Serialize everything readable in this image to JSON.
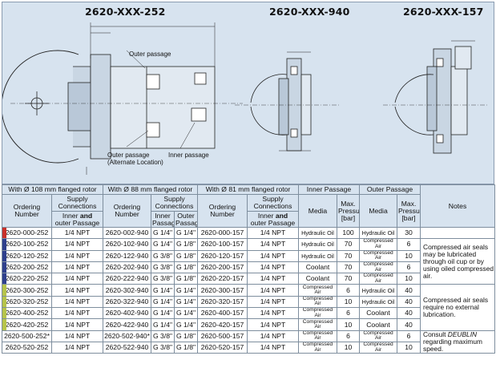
{
  "drawings": {
    "titles": [
      "2620-XXX-252",
      "2620-XXX-940",
      "2620-XXX-157"
    ],
    "labels": {
      "outer_passage_top": "Outer passage",
      "outer_passage_alt_line1": "Outer passage",
      "outer_passage_alt_line2": "(Alternate Location)",
      "inner_passage": "Inner passage"
    }
  },
  "table": {
    "group_headers": {
      "rotor_108": "With Ø 108 mm flanged rotor",
      "rotor_88": "With Ø 88 mm flanged rotor",
      "rotor_81": "With Ø 81 mm flanged rotor",
      "inner_passage": "Inner Passage",
      "outer_passage": "Outer Passage",
      "notes": "Notes"
    },
    "sub_headers": {
      "ordering_number": "Ordering Number",
      "supply_connections": "Supply Connections",
      "inner_and_outer_pre": "Inner",
      "inner_and_outer_and": "and",
      "inner_and_outer_post": "outer Passage",
      "inner": "Inner Passage",
      "outer": "Outer Passage",
      "media": "Media",
      "max_pressure": "Max. Pressure [bar]"
    },
    "rows": [
      {
        "n252": "2620-000-252",
        "c252": "1/4 NPT",
        "n940": "2620-002-940",
        "i940": "G 1/4\"",
        "o940": "G 1/4\"",
        "n157": "2620-000-157",
        "c157": "1/4 NPT",
        "im": "Hydraulic Oil",
        "ip": "100",
        "om": "Hydraulic Oil",
        "op": "30"
      },
      {
        "n252": "2620-100-252",
        "c252": "1/4 NPT",
        "n940": "2620-102-940",
        "i940": "G 1/4\"",
        "o940": "G 1/8\"",
        "n157": "2620-100-157",
        "c157": "1/4 NPT",
        "im": "Hydraulic Oil",
        "ip": "70",
        "om": "Compressed Air",
        "op": "6"
      },
      {
        "n252": "2620-120-252",
        "c252": "1/4 NPT",
        "n940": "2620-122-940",
        "i940": "G 3/8\"",
        "o940": "G 1/8\"",
        "n157": "2620-120-157",
        "c157": "1/4 NPT",
        "im": "Hydraulic Oil",
        "ip": "70",
        "om": "Compressed Air",
        "op": "10"
      },
      {
        "n252": "2620-200-252",
        "c252": "1/4 NPT",
        "n940": "2620-202-940",
        "i940": "G 3/8\"",
        "o940": "G 1/8\"",
        "n157": "2620-200-157",
        "c157": "1/4 NPT",
        "im": "Coolant",
        "ip": "70",
        "om": "Compressed Air",
        "op": "6"
      },
      {
        "n252": "2620-220-252",
        "c252": "1/4 NPT",
        "n940": "2620-222-940",
        "i940": "G 3/8\"",
        "o940": "G 1/8\"",
        "n157": "2620-220-157",
        "c157": "1/4 NPT",
        "im": "Coolant",
        "ip": "70",
        "om": "Compressed Air",
        "op": "10"
      },
      {
        "n252": "2620-300-252",
        "c252": "1/4 NPT",
        "n940": "2620-302-940",
        "i940": "G 1/4\"",
        "o940": "G 1/4\"",
        "n157": "2620-300-157",
        "c157": "1/4 NPT",
        "im": "Compressed Air",
        "ip": "6",
        "om": "Hydraulic Oil",
        "op": "40"
      },
      {
        "n252": "2620-320-252",
        "c252": "1/4 NPT",
        "n940": "2620-322-940",
        "i940": "G 1/4\"",
        "o940": "G 1/4\"",
        "n157": "2620-320-157",
        "c157": "1/4 NPT",
        "im": "Compressed Air",
        "ip": "10",
        "om": "Hydraulic Oil",
        "op": "40"
      },
      {
        "n252": "2620-400-252",
        "c252": "1/4 NPT",
        "n940": "2620-402-940",
        "i940": "G 1/4\"",
        "o940": "G 1/4\"",
        "n157": "2620-400-157",
        "c157": "1/4 NPT",
        "im": "Compressed Air",
        "ip": "6",
        "om": "Coolant",
        "op": "40"
      },
      {
        "n252": "2620-420-252",
        "c252": "1/4 NPT",
        "n940": "2620-422-940",
        "i940": "G 1/4\"",
        "o940": "G 1/4\"",
        "n157": "2620-420-157",
        "c157": "1/4 NPT",
        "im": "Compressed Air",
        "ip": "10",
        "om": "Coolant",
        "op": "40"
      },
      {
        "n252": "2620-500-252*",
        "c252": "1/4 NPT",
        "n940": "2620-502-940*",
        "i940": "G 3/8\"",
        "o940": "G 1/8\"",
        "n157": "2620-500-157",
        "c157": "1/4 NPT",
        "im": "Compressed Air",
        "ip": "6",
        "om": "Compressed Air",
        "op": "6"
      },
      {
        "n252": "2620-520-252",
        "c252": "1/4 NPT",
        "n940": "2620-522-940",
        "i940": "G 3/8\"",
        "o940": "G 1/8\"",
        "n157": "2620-520-157",
        "c157": "1/4 NPT",
        "im": "Compressed Air",
        "ip": "10",
        "om": "Compressed Air",
        "op": "10"
      }
    ],
    "notes": [
      "Compressed air seals may be lubricated through oil cup or by using oiled compressed air.",
      "Compressed air seals require no external lubrication.",
      "Consult DEUBLIN regarding maximum speed."
    ],
    "group_colors": {
      "red": "#c8302a",
      "blue": "#2e3f8c",
      "green": "#b6c44a"
    }
  }
}
